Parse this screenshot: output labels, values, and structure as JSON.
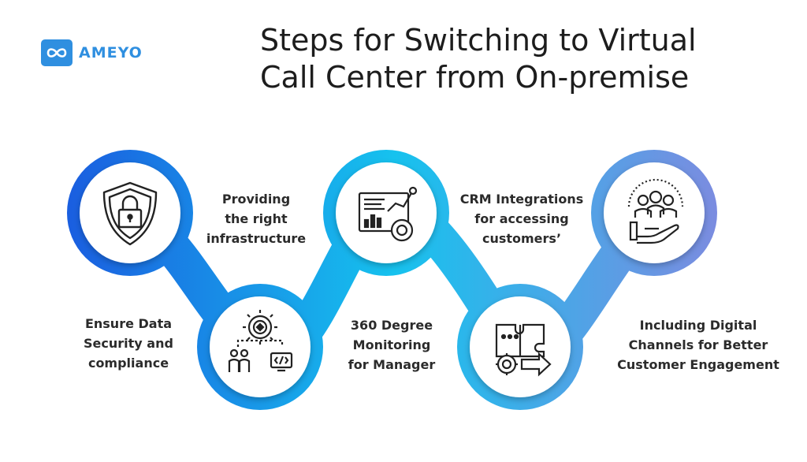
{
  "brand": {
    "name": "AMEYO"
  },
  "title": {
    "line1": "Steps for Switching to Virtual",
    "line2": "Call Center from On-premise"
  },
  "steps": [
    {
      "lines": [
        "Ensure Data",
        "Security and",
        "compliance"
      ],
      "icon": "shield-lock-icon"
    },
    {
      "lines": [
        "Providing",
        "the right",
        "infrastructure"
      ],
      "icon": "gear-team-computer-icon"
    },
    {
      "lines": [
        "360 Degree",
        "Monitoring",
        "for Manager"
      ],
      "icon": "analytics-dashboard-icon"
    },
    {
      "lines": [
        "CRM Integrations",
        "for accessing",
        "customers’"
      ],
      "icon": "puzzle-integration-icon"
    },
    {
      "lines": [
        "Including Digital",
        "Channels for Better",
        "Customer Engagement"
      ],
      "icon": "customers-hand-icon"
    }
  ],
  "colors": {
    "start": "#1a5fe0",
    "mid": "#16c2ee",
    "end": "#7b8ce0",
    "brand": "#2f8fe0"
  }
}
